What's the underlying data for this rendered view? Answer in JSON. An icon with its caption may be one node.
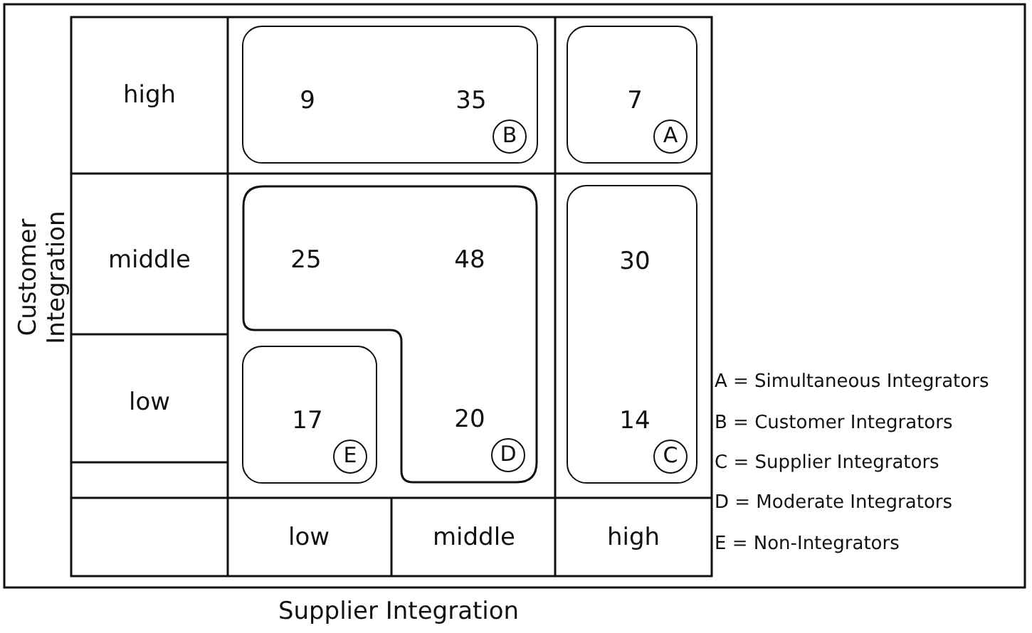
{
  "diagram": {
    "nodes": [
      {
        "text": [
          "9",
          "35"
        ]
      },
      {
        "text": [
          "B"
        ],
        "in": 0
      },
      {
        "text": [
          "7"
        ]
      },
      {
        "text": [
          "A"
        ],
        "in": 2
      },
      {
        "text": [
          "25",
          "48",
          "20"
        ]
      },
      {
        "text": [
          "D"
        ],
        "in": 4
      },
      {
        "text": [
          "30",
          "14"
        ]
      },
      {
        "text": [
          "C"
        ],
        "in": 6
      },
      {
        "text": [
          "17"
        ]
      },
      {
        "text": [
          "E"
        ],
        "in": 8
      }
    ],
    "labels": [
      "Customer Integration",
      "high",
      "middle",
      "low",
      "low",
      "middle",
      "high",
      "Supplier Integration",
      "A = Simultaneous Integrators",
      "B = Customer Integrators",
      "C = Supplier Integrators",
      "D = Moderate Integrators",
      "E = Non-Integrators"
    ]
  }
}
